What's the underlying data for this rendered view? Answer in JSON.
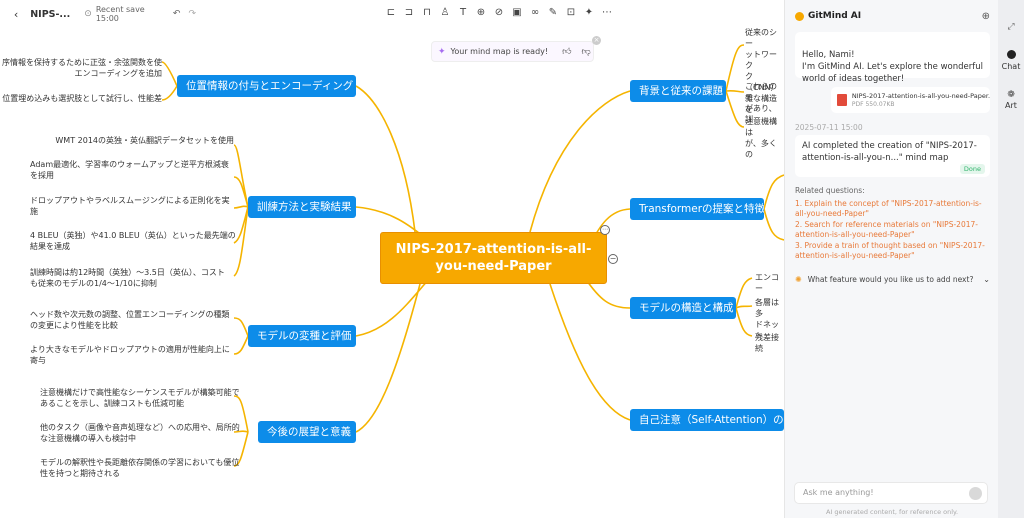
{
  "header": {
    "back_icon": "chevron-left-icon",
    "file_name": "NIPS-...",
    "save_status": "Recent save 15:00",
    "undo_icon": "undo-icon",
    "redo_icon": "redo-icon"
  },
  "toolbar": {
    "tools": [
      "insert-child-icon",
      "insert-sibling-icon",
      "insert-parent-icon",
      "format-painter-icon",
      "text-style-icon",
      "add-icon",
      "relation-icon",
      "image-icon",
      "link-icon",
      "note-icon",
      "summary-icon",
      "ai-magic-icon",
      "more-icon"
    ],
    "glyphs": [
      "⊏",
      "⊐",
      "⊓",
      "♙",
      "T",
      "⊕",
      "⊘",
      "▣",
      "∞",
      "✎",
      "⊡",
      "✦",
      "⋯"
    ]
  },
  "notification": {
    "text": "Your mind map is ready!",
    "like_icon": "thumbs-up-icon",
    "dislike_icon": "thumbs-down-icon"
  },
  "mindmap": {
    "center": "NIPS-2017-attention-is-all-you-need-Paper",
    "topics": [
      {
        "label": "位置情報の付与とエンコーディング",
        "children": [
          "序情報を保持するために正弦・余弦関数を使\nエンコーディングを追加",
          "位置埋め込みも選択肢として試行し、性能差"
        ]
      },
      {
        "label": "訓練方法と実験結果",
        "children": [
          "WMT 2014の英独・英仏翻訳データセットを使用",
          "Adam最適化、学習率のウォームアップと逆平方根減衰\nを採用",
          "ドロップアウトやラベルスムージングによる正則化を実\n施",
          "4 BLEU（英独）や41.0 BLEU（英仏）といった最先端の\n結果を達成",
          "訓練時間は約12時間（英独）〜3.5日（英仏）、コスト\nも従来のモデルの1/4〜1/10に抑制"
        ]
      },
      {
        "label": "モデルの変種と評価",
        "children": [
          "ヘッド数や次元数の調整、位置エンコーディングの種類\nの変更により性能を比較",
          "より大きなモデルやドロップアウトの適用が性能向上に\n寄与"
        ]
      },
      {
        "label": "今後の展望と意義",
        "children": [
          "注意機構だけで高性能なシーケンスモデルが構築可能で\nあることを示し、訓練コストも低減可能",
          "他のタスク（画像や音声処理など）への応用や、局所的\nな注意機構の導入も検討中",
          "モデルの解釈性や長距離依存関係の学習においても優位\n性を持つと期待される"
        ]
      },
      {
        "label": "背景と従来の課題",
        "children": [
          "従来のシー\nットワーク\nク（CNN）\n雑な構造を",
          "これらのモ\nがあり、訓",
          "注意機構は\nが、多くの"
        ]
      },
      {
        "label": "Transformerの提案と特徴",
        "children": []
      },
      {
        "label": "モデルの構造と構成",
        "children": [
          "エンコー",
          "各層は多\nドネット",
          "残差接続"
        ]
      },
      {
        "label": "自己注意（Self-Attention）の詳細",
        "children": []
      }
    ]
  },
  "ai_panel": {
    "title": "GitMind AI",
    "greeting": "Hello, Nami!\nI'm GitMind AI. Let's explore the wonderful world of ideas together!",
    "attachment_name": "NIPS-2017-attention-is-all-you-need-Paper.pdf",
    "attachment_meta": "PDF   550.07KB",
    "timestamp": "2025-07-11 15:00",
    "completion_message": "AI completed the creation of \"NIPS-2017-attention-is-all-you-n...\" mind map",
    "done_badge": "Done",
    "related_title": "Related questions:",
    "related_questions": [
      "1. Explain the concept of \"NIPS-2017-attention-is-all-you-need-Paper\"",
      "2. Search for reference materials on \"NIPS-2017-attention-is-all-you-need-Paper\"",
      "3. Provide a train of thought based on \"NIPS-2017-attention-is-all-you-need-Paper\""
    ],
    "feature_prompt": "What feature would you like us to add next?",
    "input_placeholder": "Ask me anything!",
    "footer_note": "AI generated content, for reference only."
  },
  "side_rail": {
    "items": [
      {
        "label": "Chat",
        "icon": "chat-icon"
      },
      {
        "label": "Art",
        "icon": "art-palette-icon"
      }
    ]
  },
  "colors": {
    "topic_blue": "#0d8ce9",
    "center_orange": "#f7a800",
    "branch_line": "#f5b400",
    "question_orange": "#e87a3a",
    "done_green": "#2fb36b"
  }
}
